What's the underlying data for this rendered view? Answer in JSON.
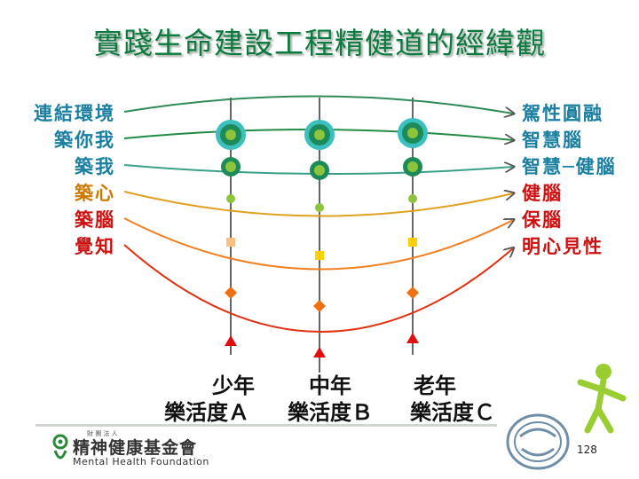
{
  "title": "實踐生命建設工程精健道的經緯觀",
  "left_labels": [
    {
      "text": "連結環境",
      "color": "#1a7fa0"
    },
    {
      "text": "築你我",
      "color": "#1a7fa0"
    },
    {
      "text": "築我",
      "color": "#1a7fa0"
    },
    {
      "text": "築心",
      "color": "#cc7a00"
    },
    {
      "text": "築腦",
      "color": "#cc1111"
    },
    {
      "text": "覺知",
      "color": "#cc1111"
    }
  ],
  "right_labels": [
    {
      "text": "駕性圓融",
      "color": "#1a7fa0"
    },
    {
      "text": "智慧腦",
      "color": "#1a7fa0"
    },
    {
      "text": "智慧─健腦",
      "color": "#1a7fa0"
    },
    {
      "text": "健腦",
      "color": "#cc1111"
    },
    {
      "text": "保腦",
      "color": "#cc1111"
    },
    {
      "text": "明心見性",
      "color": "#cc1111"
    }
  ],
  "age_groups": [
    {
      "line1": "少年",
      "line2": "樂活度Ａ"
    },
    {
      "line1": "中年",
      "line2": "樂活度Ｂ"
    },
    {
      "line1": "老年",
      "line2": "樂活度Ｃ"
    }
  ],
  "curve_colors": [
    "#2e8b57",
    "#228b44",
    "#3aa08a",
    "#e0a020",
    "#f08020",
    "#e03010"
  ],
  "marker_colors": {
    "big_outer": "#3cbfbf",
    "big_mid": "#1d8a5a",
    "big_inner": "#8cc43c",
    "dot_green": "#8cc43c",
    "square": "#ffbf80",
    "square_yellow": "#ffd000",
    "diamond": "#f07010",
    "triangle": "#e01010"
  },
  "footer": {
    "org_tiny": "財 團 法 人",
    "org_name": "精神健康基金會",
    "org_english": "Mental Health Foundation",
    "page": "128"
  },
  "icons": [
    "foundation-logo-icon",
    "stamp-seal-icon",
    "mascot-figure-icon"
  ]
}
